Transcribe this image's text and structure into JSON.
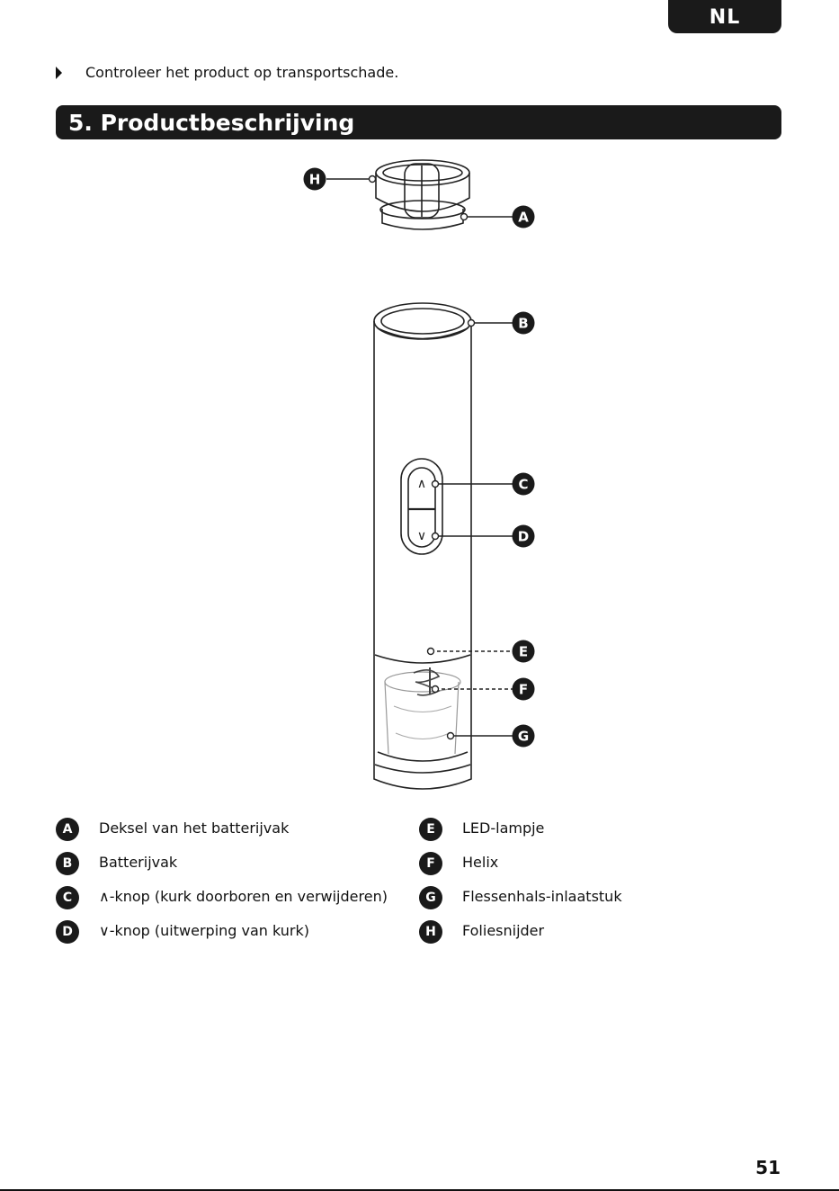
{
  "header": {
    "language": "NL"
  },
  "intro": {
    "bullet": "Controleer het product op transportschade."
  },
  "section": {
    "title": "5. Productbeschrijving"
  },
  "figure": {
    "callouts": {
      "A": "A",
      "B": "B",
      "C": "C",
      "D": "D",
      "E": "E",
      "F": "F",
      "G": "G",
      "H": "H"
    },
    "button_up_symbol": "∧",
    "button_down_symbol": "∨"
  },
  "legend": [
    {
      "letter": "A",
      "text": "Deksel van het batterijvak"
    },
    {
      "letter": "B",
      "text": "Batterijvak"
    },
    {
      "letter": "C",
      "text": "∧-knop (kurk doorboren en verwijderen)"
    },
    {
      "letter": "D",
      "text": "∨-knop (uitwerping van kurk)"
    },
    {
      "letter": "E",
      "text": "LED-lampje"
    },
    {
      "letter": "F",
      "text": "Helix"
    },
    {
      "letter": "G",
      "text": "Flessenhals-inlaatstuk"
    },
    {
      "letter": "H",
      "text": "Foliesnijder"
    }
  ],
  "footer": {
    "page_number": "51"
  }
}
